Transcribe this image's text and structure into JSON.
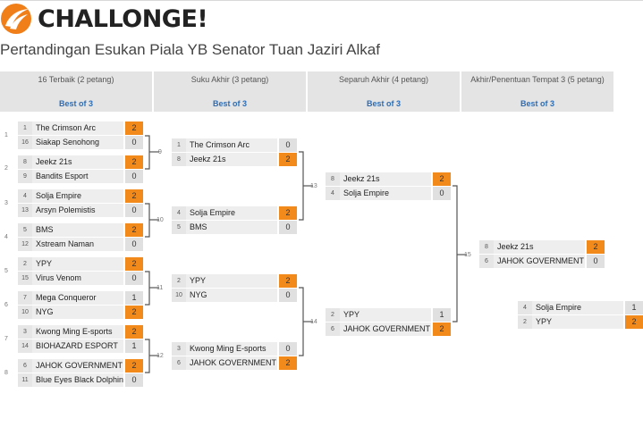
{
  "header": {
    "logo_text": "CHALLONGE!"
  },
  "title": "Pertandingan Esukan Piala YB Senator Tuan Jaziri Alkaf",
  "rounds": [
    {
      "name": "16 Terbaik (2 petang)",
      "best": "Best of 3"
    },
    {
      "name": "Suku Akhir (3 petang)",
      "best": "Best of 3"
    },
    {
      "name": "Separuh Akhir (4 petang)",
      "best": "Best of 3"
    },
    {
      "name": "Akhir/Penentuan Tempat 3 (5 petang)",
      "best": "Best of 3"
    }
  ],
  "colors": {
    "accent": "#f18a1b",
    "link": "#2e6db4"
  },
  "round1": [
    {
      "num": "1",
      "top": {
        "seed": "1",
        "name": "The Crimson Arc",
        "score": "2",
        "win": true
      },
      "bottom": {
        "seed": "16",
        "name": "Siakap Senohong",
        "score": "0",
        "win": false
      }
    },
    {
      "num": "2",
      "top": {
        "seed": "8",
        "name": "Jeekz 21s",
        "score": "2",
        "win": true
      },
      "bottom": {
        "seed": "9",
        "name": "Bandits Esport",
        "score": "0",
        "win": false
      }
    },
    {
      "num": "3",
      "top": {
        "seed": "4",
        "name": "Solja Empire",
        "score": "2",
        "win": true
      },
      "bottom": {
        "seed": "13",
        "name": "Arsyn Polemistis",
        "score": "0",
        "win": false
      }
    },
    {
      "num": "4",
      "top": {
        "seed": "5",
        "name": "BMS",
        "score": "2",
        "win": true
      },
      "bottom": {
        "seed": "12",
        "name": "Xstream Naman",
        "score": "0",
        "win": false
      }
    },
    {
      "num": "5",
      "top": {
        "seed": "2",
        "name": "YPY",
        "score": "2",
        "win": true
      },
      "bottom": {
        "seed": "15",
        "name": "Virus Venom",
        "score": "0",
        "win": false
      }
    },
    {
      "num": "6",
      "top": {
        "seed": "7",
        "name": "Mega Conqueror",
        "score": "1",
        "win": false
      },
      "bottom": {
        "seed": "10",
        "name": "NYG",
        "score": "2",
        "win": true
      }
    },
    {
      "num": "7",
      "top": {
        "seed": "3",
        "name": "Kwong Ming E-sports",
        "score": "2",
        "win": true
      },
      "bottom": {
        "seed": "14",
        "name": "BIOHAZARD ESPORT",
        "score": "1",
        "win": false
      }
    },
    {
      "num": "8",
      "top": {
        "seed": "6",
        "name": "JAHOK GOVERNMENT",
        "score": "2",
        "win": true
      },
      "bottom": {
        "seed": "11",
        "name": "Blue Eyes Black Dolphin",
        "score": "0",
        "win": false
      }
    }
  ],
  "round2": [
    {
      "num": "9",
      "top": {
        "seed": "1",
        "name": "The Crimson Arc",
        "score": "0",
        "win": false
      },
      "bottom": {
        "seed": "8",
        "name": "Jeekz 21s",
        "score": "2",
        "win": true
      }
    },
    {
      "num": "10",
      "top": {
        "seed": "4",
        "name": "Solja Empire",
        "score": "2",
        "win": true
      },
      "bottom": {
        "seed": "5",
        "name": "BMS",
        "score": "0",
        "win": false
      }
    },
    {
      "num": "11",
      "top": {
        "seed": "2",
        "name": "YPY",
        "score": "2",
        "win": true
      },
      "bottom": {
        "seed": "10",
        "name": "NYG",
        "score": "0",
        "win": false
      }
    },
    {
      "num": "12",
      "top": {
        "seed": "3",
        "name": "Kwong Ming E-sports",
        "score": "0",
        "win": false
      },
      "bottom": {
        "seed": "6",
        "name": "JAHOK GOVERNMENT",
        "score": "2",
        "win": true
      }
    }
  ],
  "round3": [
    {
      "num": "13",
      "top": {
        "seed": "8",
        "name": "Jeekz 21s",
        "score": "2",
        "win": true
      },
      "bottom": {
        "seed": "4",
        "name": "Solja Empire",
        "score": "0",
        "win": false
      }
    },
    {
      "num": "14",
      "top": {
        "seed": "2",
        "name": "YPY",
        "score": "1",
        "win": false
      },
      "bottom": {
        "seed": "6",
        "name": "JAHOK GOVERNMENT",
        "score": "2",
        "win": true
      }
    }
  ],
  "final": {
    "num": "15",
    "top": {
      "seed": "8",
      "name": "Jeekz 21s",
      "score": "2",
      "win": true
    },
    "bottom": {
      "seed": "6",
      "name": "JAHOK GOVERNMENT",
      "score": "0",
      "win": false
    }
  },
  "third_place": {
    "top": {
      "seed": "4",
      "name": "Solja Empire",
      "score": "1",
      "win": false
    },
    "bottom": {
      "seed": "2",
      "name": "YPY",
      "score": "2",
      "win": true
    }
  }
}
